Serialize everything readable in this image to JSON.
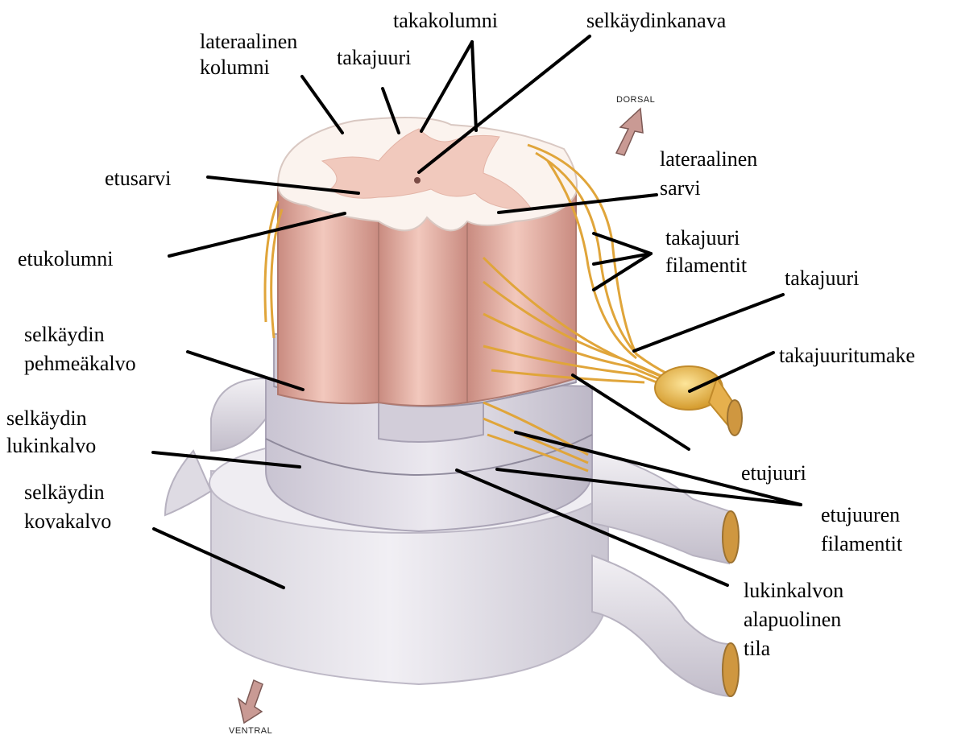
{
  "labels": {
    "takakolumni": "takakolumni",
    "selkaydinkanava": "selkäydinkanava",
    "lateraalinen_kolumni_1": "lateraalinen",
    "lateraalinen_kolumni_2": "kolumni",
    "takajuuri_top": "takajuuri",
    "etusarvi": "etusarvi",
    "lateraalinen_sarvi_1": "lateraalinen",
    "lateraalinen_sarvi_2": "sarvi",
    "etukolumni": "etukolumni",
    "takajuuri_filamentit_1": "takajuuri",
    "takajuuri_filamentit_2": "filamentit",
    "takajuuri_right": "takajuuri",
    "pehmeakalvo_1": "selkäydin",
    "pehmeakalvo_2": "pehmeäkalvo",
    "takajuuritumake": "takajuuritumake",
    "lukinkalvo_1": "selkäydin",
    "lukinkalvo_2": "lukinkalvo",
    "etujuuri": "etujuuri",
    "kovakalvo_1": "selkäydin",
    "kovakalvo_2": "kovakalvo",
    "etujuuren_filamentit_1": "etujuuren",
    "etujuuren_filamentit_2": "filamentit",
    "alapuolinen_1": "lukinkalvon",
    "alapuolinen_2": "alapuolinen",
    "alapuolinen_3": "tila"
  },
  "directions": {
    "dorsal": "DORSAL",
    "ventral": "VENTRAL"
  },
  "colors": {
    "grey_matter": "#f1c9bd",
    "white_matter": "#fbf3ee",
    "column": "#e2a99d",
    "nerve": "#e0a53a",
    "membrane": "#dcd8e2",
    "dura": "#e9e7ee",
    "arrow": "#c99a94"
  }
}
